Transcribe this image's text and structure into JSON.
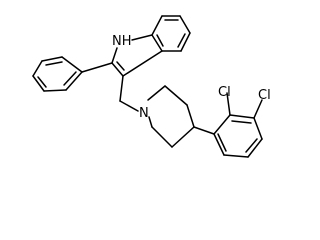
{
  "molecule": {
    "atom_labels": {
      "nh": "NH",
      "n": "N",
      "cl1": "Cl",
      "cl2": "Cl"
    },
    "colors": {
      "bond": "#000000",
      "label": "#000000",
      "background": "#ffffff"
    }
  }
}
